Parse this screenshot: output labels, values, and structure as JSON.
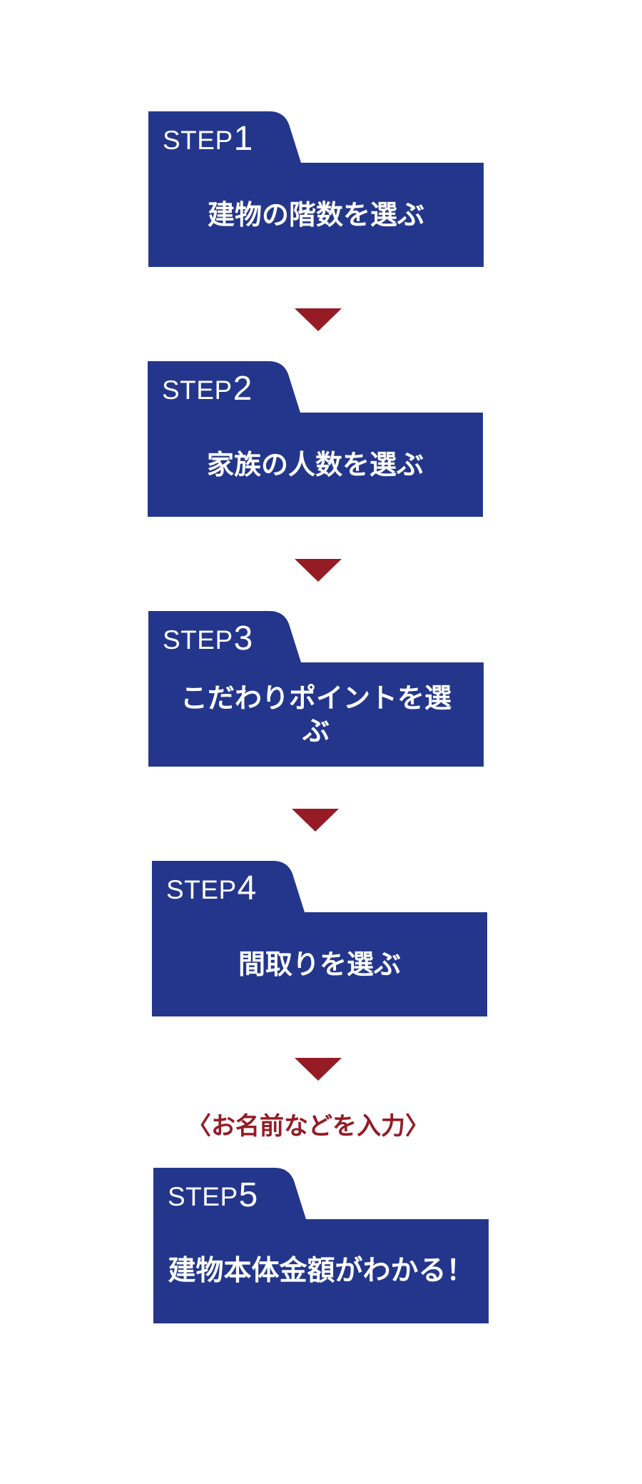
{
  "step_prefix": "STEP",
  "steps": [
    {
      "number": "1",
      "title": "建物の階数を選ぶ"
    },
    {
      "number": "2",
      "title": "家族の人数を選ぶ"
    },
    {
      "number": "3",
      "title": "こだわりポイントを選ぶ"
    },
    {
      "number": "4",
      "title": "間取りを選ぶ"
    },
    {
      "number": "5",
      "title": "建物本体金額がわかる！"
    }
  ],
  "note": "〈お名前などを入力〉",
  "colors": {
    "box": "#23368c",
    "arrow": "#951b25",
    "note": "#951b25",
    "text": "#ffffff",
    "background": "#ffffff"
  },
  "icons": {
    "arrow": "down-triangle-icon"
  }
}
